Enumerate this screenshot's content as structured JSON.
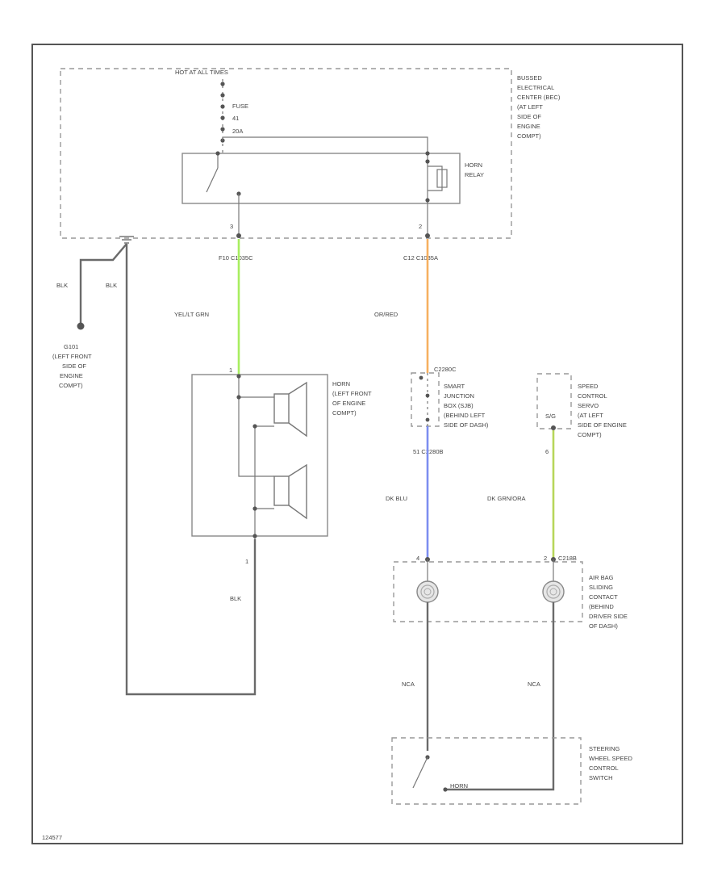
{
  "labels": {
    "hot_at_all_times": "HOT AT ALL TIMES",
    "fuse_line1": "FUSE",
    "fuse_line2": "41",
    "fuse_line3": "20A",
    "bussed_center": [
      "BUSSED",
      "ELECTRICAL",
      "CENTER (BEC)",
      "(AT LEFT",
      "SIDE OF",
      "ENGINE",
      "COMPT)"
    ],
    "horn_relay": [
      "HORN",
      "RELAY"
    ],
    "pin_left_relay": "3",
    "pin_right_relay": "2",
    "conn_left": "F10  C1035C",
    "conn_right": "C12  C1035A",
    "blk_1": "BLK",
    "blk_2": "BLK",
    "blk_3": "BLK",
    "ground": [
      "G101",
      "(LEFT FRONT",
      "SIDE OF",
      "ENGINE",
      "COMPT)"
    ],
    "wire_yel_lt_grn": "YEL/LT GRN",
    "wire_or_red": "OR/RED",
    "horn_pin_top": "1",
    "horn_pin_bottom": "1",
    "horn_desc": [
      "HORN",
      "(LEFT FRONT",
      "OF ENGINE",
      "COMPT)"
    ],
    "sjb_conn_top": "C2280C",
    "sjb_desc": [
      "SMART",
      "JUNCTION",
      "BOX (SJB)",
      "(BEHIND LEFT",
      "SIDE OF DASH)"
    ],
    "sjb_conn_bottom": "51  C2280B",
    "speed_servo_conn": "S/G",
    "speed_servo_desc": [
      "SPEED",
      "CONTROL",
      "SERVO",
      "(AT LEFT",
      "SIDE OF ENGINE",
      "COMPT)"
    ],
    "speed_servo_pin": "6",
    "wire_dk_blu": "DK BLU",
    "wire_dk_grn_ora": "DK GRN/ORA",
    "clock_pin_left": "4",
    "clock_pin_right": "2",
    "clock_conn": "C218B",
    "clockspring_desc": [
      "AIR BAG",
      "SLIDING",
      "CONTACT",
      "(BEHIND",
      "DRIVER SIDE",
      "OF DASH)"
    ],
    "nca_left": "NCA",
    "nca_right": "NCA",
    "horn_switch": "HORN",
    "steering_switch_desc": [
      "STEERING",
      "WHEEL SPEED",
      "CONTROL",
      "SWITCH"
    ],
    "footer_code": "124577"
  },
  "colors": {
    "yel_lt_grn": "#a8ee60",
    "or_red": "#f7b060",
    "dk_blu": "#7c8ef0",
    "dk_grn_ora": "#b7d65a"
  }
}
